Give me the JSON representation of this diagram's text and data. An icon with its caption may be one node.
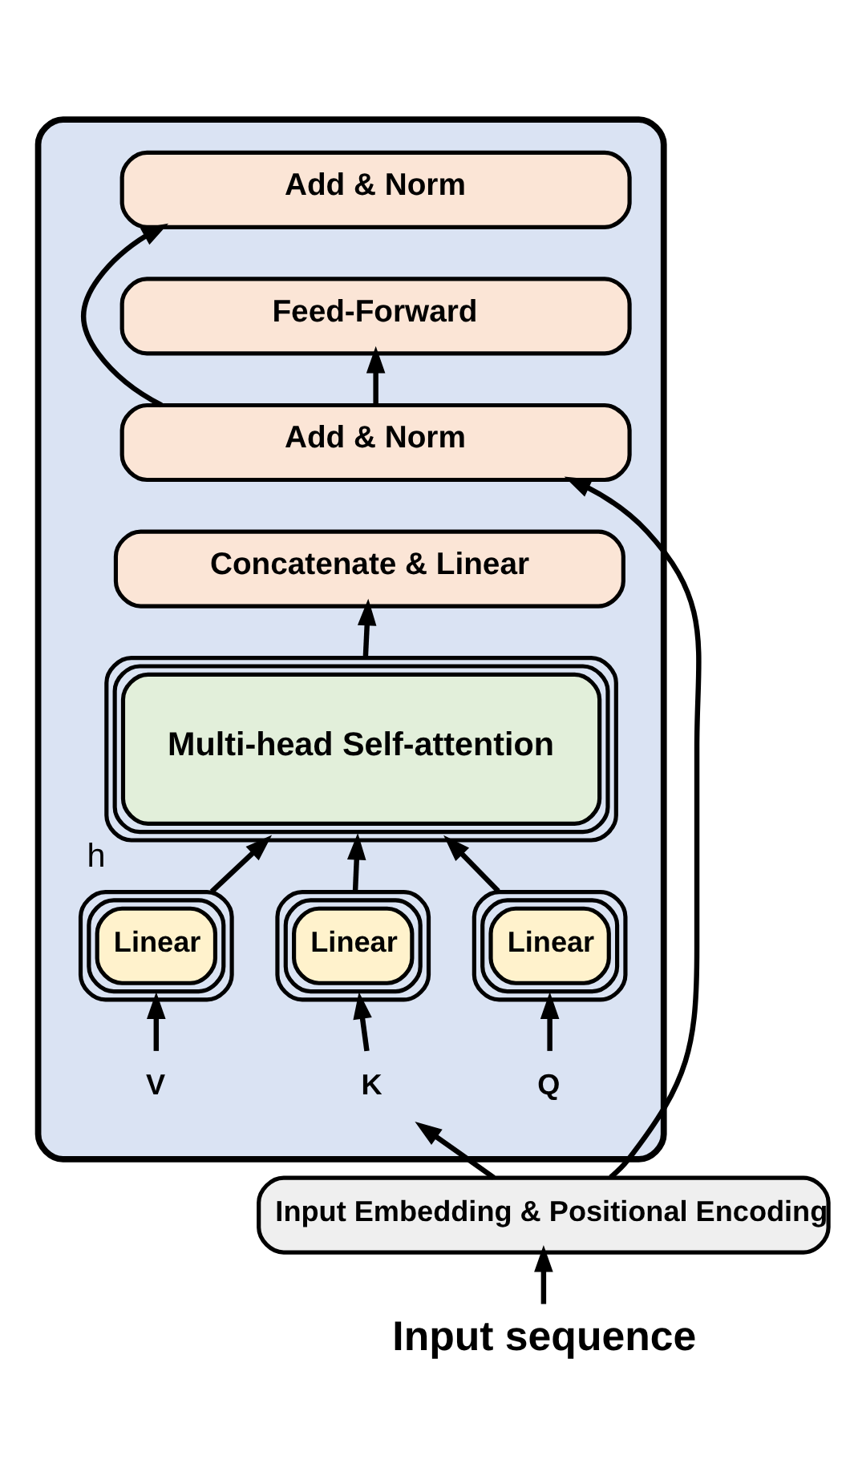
{
  "diagram": {
    "nodes": [
      {
        "text": [],
        "shape": "box"
      },
      {
        "text": [
          "Add & Norm"
        ],
        "in": 0
      },
      {
        "text": [
          "Feed-Forward"
        ],
        "in": 0
      },
      {
        "text": [
          "Add & Norm"
        ],
        "in": 0
      },
      {
        "text": [
          "Concatenate & Linear"
        ],
        "in": 0
      },
      {
        "text": [
          "Multi-head Self-attention"
        ],
        "in": 0,
        "beside": [
          "h"
        ]
      },
      {
        "text": [
          "Linear"
        ],
        "in": 0
      },
      {
        "text": [
          "Linear"
        ],
        "in": 0
      },
      {
        "text": [
          "Linear"
        ],
        "in": 0
      },
      {
        "text": [
          "Q"
        ],
        "in": 0
      },
      {
        "text": [
          "K"
        ],
        "in": 0
      },
      {
        "text": [
          "V"
        ],
        "in": 0
      },
      {
        "text": [
          "Input Embedding & Positional Encoding"
        ]
      },
      {
        "text": [
          "Input sequence"
        ]
      }
    ],
    "edges": [
      {
        "from": 13,
        "to": 12,
        "arrow": "to"
      },
      {
        "from": 12,
        "to": 10,
        "arrow": "to"
      },
      {
        "from": 12,
        "to": 3,
        "arrow": "to"
      },
      {
        "from": 9,
        "to": 6,
        "arrow": "to"
      },
      {
        "from": 10,
        "to": 7,
        "arrow": "to"
      },
      {
        "from": 11,
        "to": 8,
        "arrow": "to"
      },
      {
        "from": 6,
        "to": 5,
        "arrow": "to"
      },
      {
        "from": 7,
        "to": 5,
        "arrow": "to"
      },
      {
        "from": 8,
        "to": 5,
        "arrow": "to"
      },
      {
        "from": 5,
        "to": 4,
        "arrow": "to"
      },
      {
        "from": 3,
        "to": 2,
        "arrow": "to"
      },
      {
        "from": 3,
        "to": 1,
        "arrow": "to"
      }
    ]
  }
}
